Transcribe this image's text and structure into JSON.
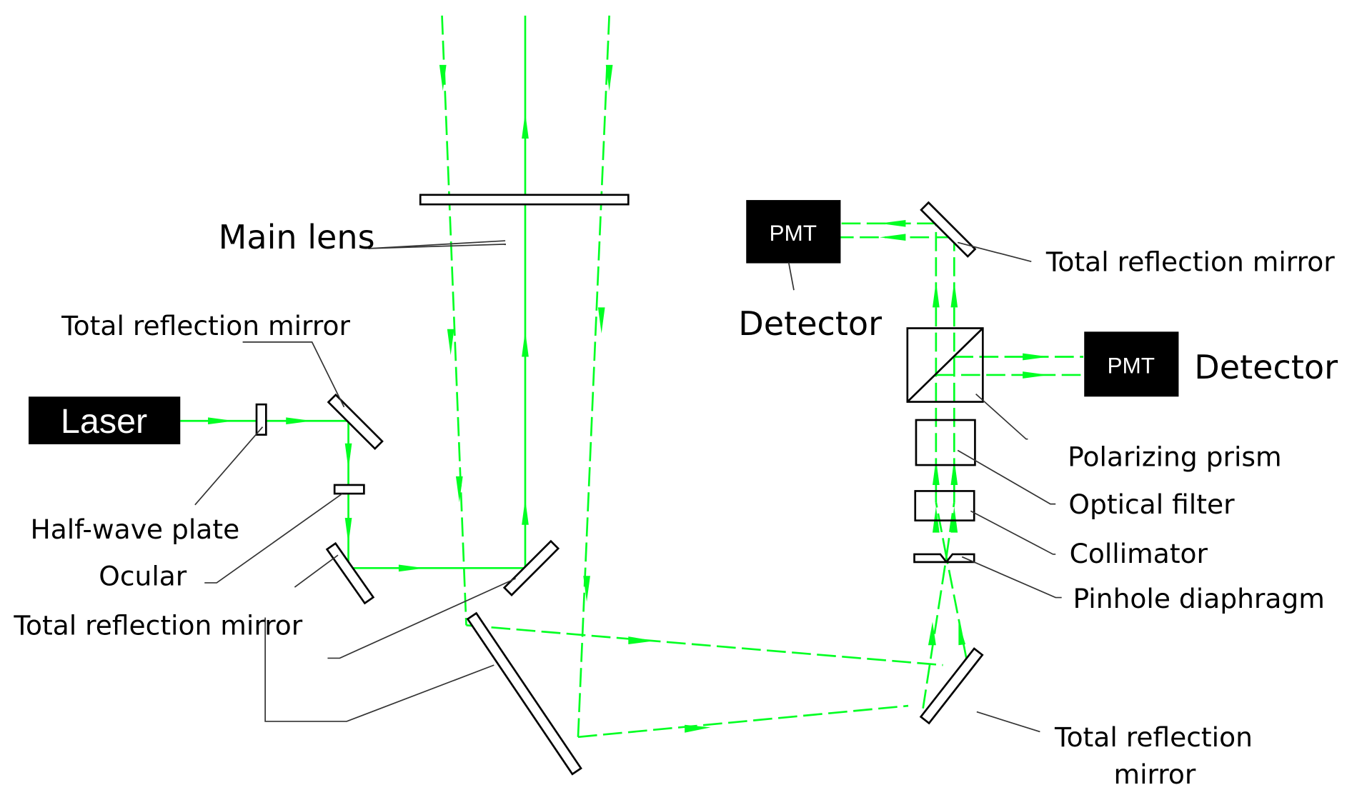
{
  "diagram": {
    "type": "optical-schematic",
    "beam_color": "#00ff22",
    "components": {
      "laser": "Laser",
      "pmt_top": "PMT",
      "pmt_right": "PMT"
    },
    "labels": {
      "main_lens": "Main lens",
      "mirror_top_left": "Total reflection mirror",
      "half_wave_plate": "Half-wave plate",
      "ocular": "Ocular",
      "mirror_bottom_left": "Total reflection mirror",
      "detector_top": "Detector",
      "mirror_top_right": "Total reflection mirror",
      "detector_right": "Detector",
      "polarizing_prism": "Polarizing prism",
      "optical_filter": "Optical filter",
      "collimator": "Collimator",
      "pinhole_diaphragm": "Pinhole diaphragm",
      "mirror_bottom_right_line1": "Total reflection",
      "mirror_bottom_right_line2": "mirror"
    }
  }
}
